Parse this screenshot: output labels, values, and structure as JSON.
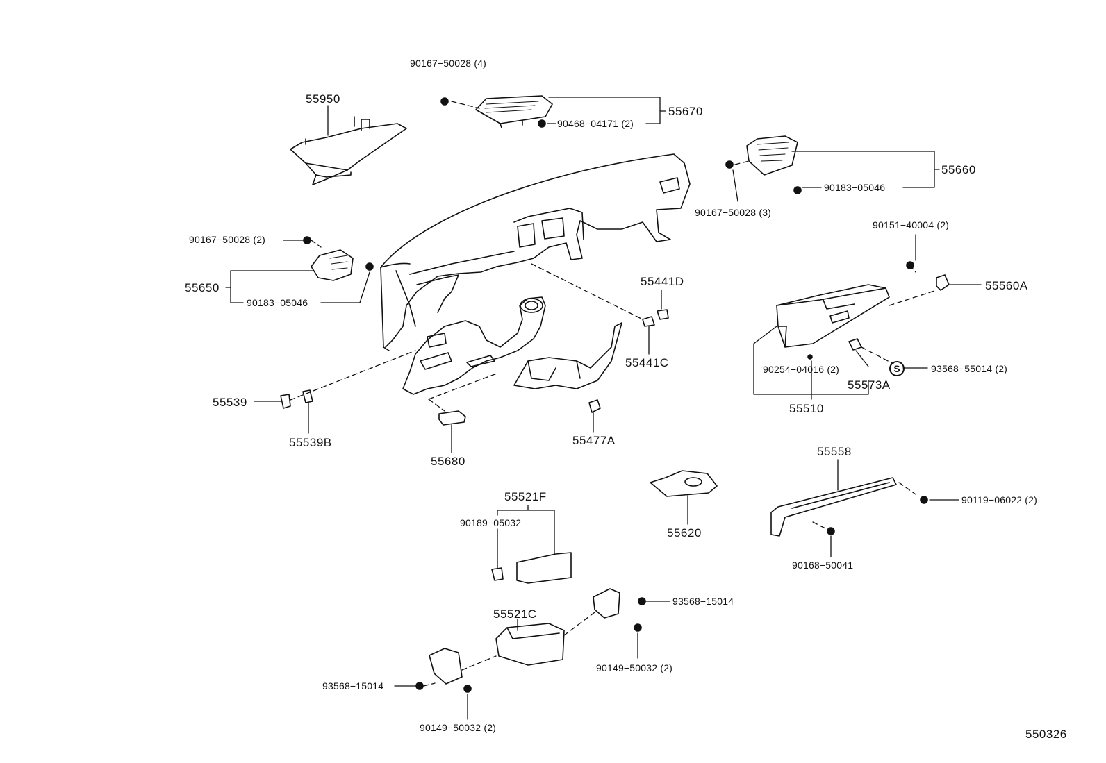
{
  "labels": {
    "p55950": "55950",
    "p90167_4": "90167−50028 (4)",
    "p55670": "55670",
    "p90468": "90468−04171 (2)",
    "p55660": "55660",
    "p90183_r": "90183−05046",
    "p90167_3": "90167−50028 (3)",
    "p90167_2": "90167−50028 (2)",
    "p55650": "55650",
    "p90183_l": "90183−05046",
    "p90151": "90151−40004 (2)",
    "p55560A": "55560A",
    "p55441D": "55441D",
    "p55441C": "55441C",
    "p90254": "90254−04016 (2)",
    "p55573A": "55573A",
    "p93568_55014": "93568−55014 (2)",
    "p55510": "55510",
    "p55539": "55539",
    "p55539B": "55539B",
    "p55680": "55680",
    "p55477A": "55477A",
    "p55558": "55558",
    "p90119": "90119−06022 (2)",
    "p90168": "90168−50041",
    "p55620": "55620",
    "p55521F": "55521F",
    "p90189": "90189−05032",
    "p55521C": "55521C",
    "p93568_15014_r": "93568−15014",
    "p90149_r": "90149−50032 (2)",
    "p93568_15014_l": "93568−15014",
    "p90149_l": "90149−50032 (2)",
    "diagram_code": "550326",
    "s_badge": "S"
  },
  "icons": [
    "instrument-panel",
    "defroster-nozzle",
    "vent-register",
    "glove-compartment",
    "bracket",
    "screw",
    "clip",
    "nut"
  ]
}
